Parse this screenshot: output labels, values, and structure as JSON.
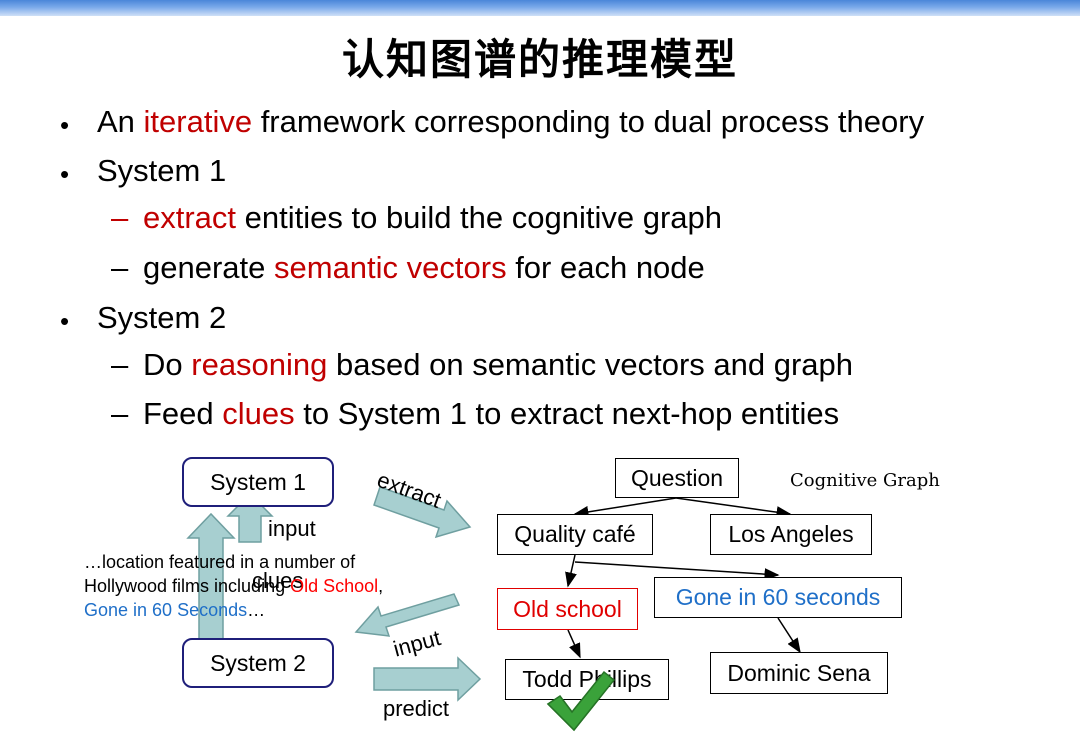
{
  "title": "认知图谱的推理模型",
  "bullets": {
    "b1": {
      "pre": "An ",
      "highlight": "iterative",
      "post": " framework corresponding to dual process theory"
    },
    "b2": {
      "text": "System 1"
    },
    "b2_1": {
      "highlight": "extract",
      "post": " entities to build the cognitive graph"
    },
    "b2_2": {
      "pre": "generate ",
      "highlight": "semantic vectors",
      "post": " for each node"
    },
    "b3": {
      "text": "System 2"
    },
    "b3_1": {
      "pre": "Do ",
      "highlight": "reasoning",
      "post": " based on semantic vectors and graph"
    },
    "b3_2": {
      "pre": "Feed ",
      "highlight": "clues",
      "post": " to System 1 to extract next-hop entities"
    }
  },
  "diagram": {
    "system1": "System 1",
    "system2": "System 2",
    "input_label": "input",
    "clues_label": "clues",
    "extract_label": "extract",
    "input2_label": "input",
    "predict_label": "predict",
    "passage": {
      "line1": "…location featured in a number of",
      "line2_pre": "Hollywood films including ",
      "line2_red": "Old School",
      "line2_post": ",",
      "line3_blue": "Gone in 60 Seconds",
      "line3_post": "…"
    },
    "graph_caption": "Cognitive Graph",
    "nodes": {
      "question": "Question",
      "quality_cafe": "Quality café",
      "los_angeles": "Los Angeles",
      "old_school": "Old school",
      "gone_60": "Gone in 60 seconds",
      "todd_phillips": "Todd Phillips",
      "dominic_sena": "Dominic Sena"
    }
  },
  "colors": {
    "highlight_red": "#c00000",
    "node_red": "#e00000",
    "node_blue": "#1f6fc8",
    "arrow_fill": "#a7cfd0",
    "arrow_stroke": "#6f9fa0",
    "system_border": "#1f1f7a",
    "check_green": "#3aa23a"
  }
}
